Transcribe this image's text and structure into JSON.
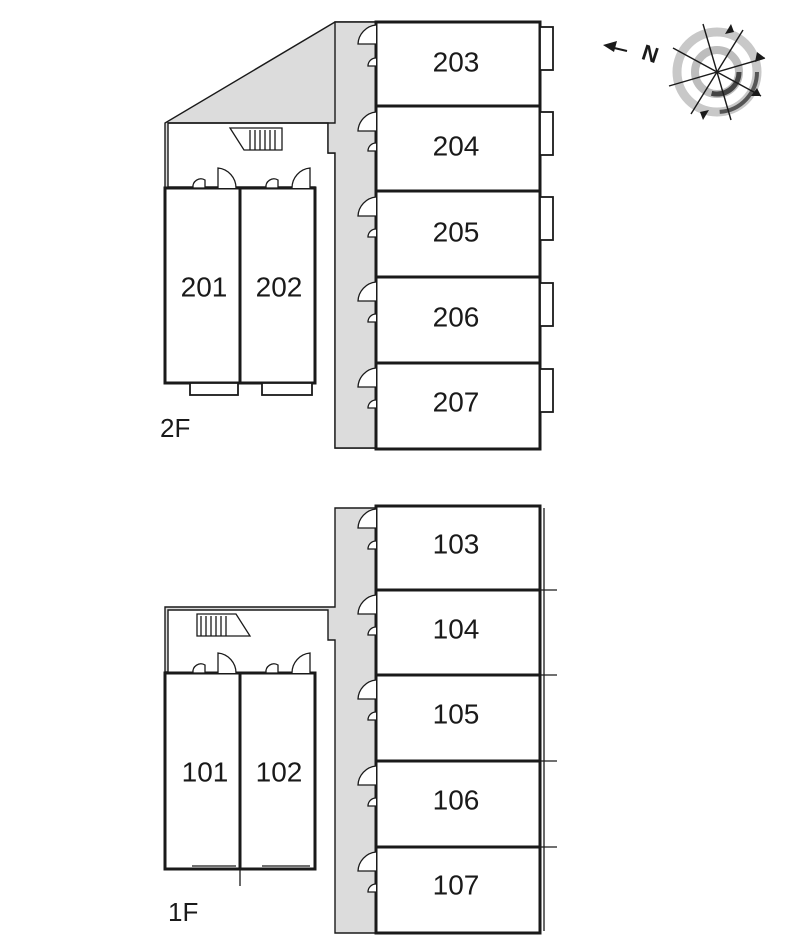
{
  "floors": [
    {
      "label": "2F",
      "units": [
        "201",
        "202",
        "203",
        "204",
        "205",
        "206",
        "207"
      ]
    },
    {
      "label": "1F",
      "units": [
        "101",
        "102",
        "103",
        "104",
        "105",
        "106",
        "107"
      ]
    }
  ],
  "compass": {
    "north_label": "N",
    "icon": "compass-rose-icon"
  },
  "colors": {
    "corridor": "#dcdcdc",
    "walls": "#1a1a1a",
    "background": "#ffffff"
  }
}
